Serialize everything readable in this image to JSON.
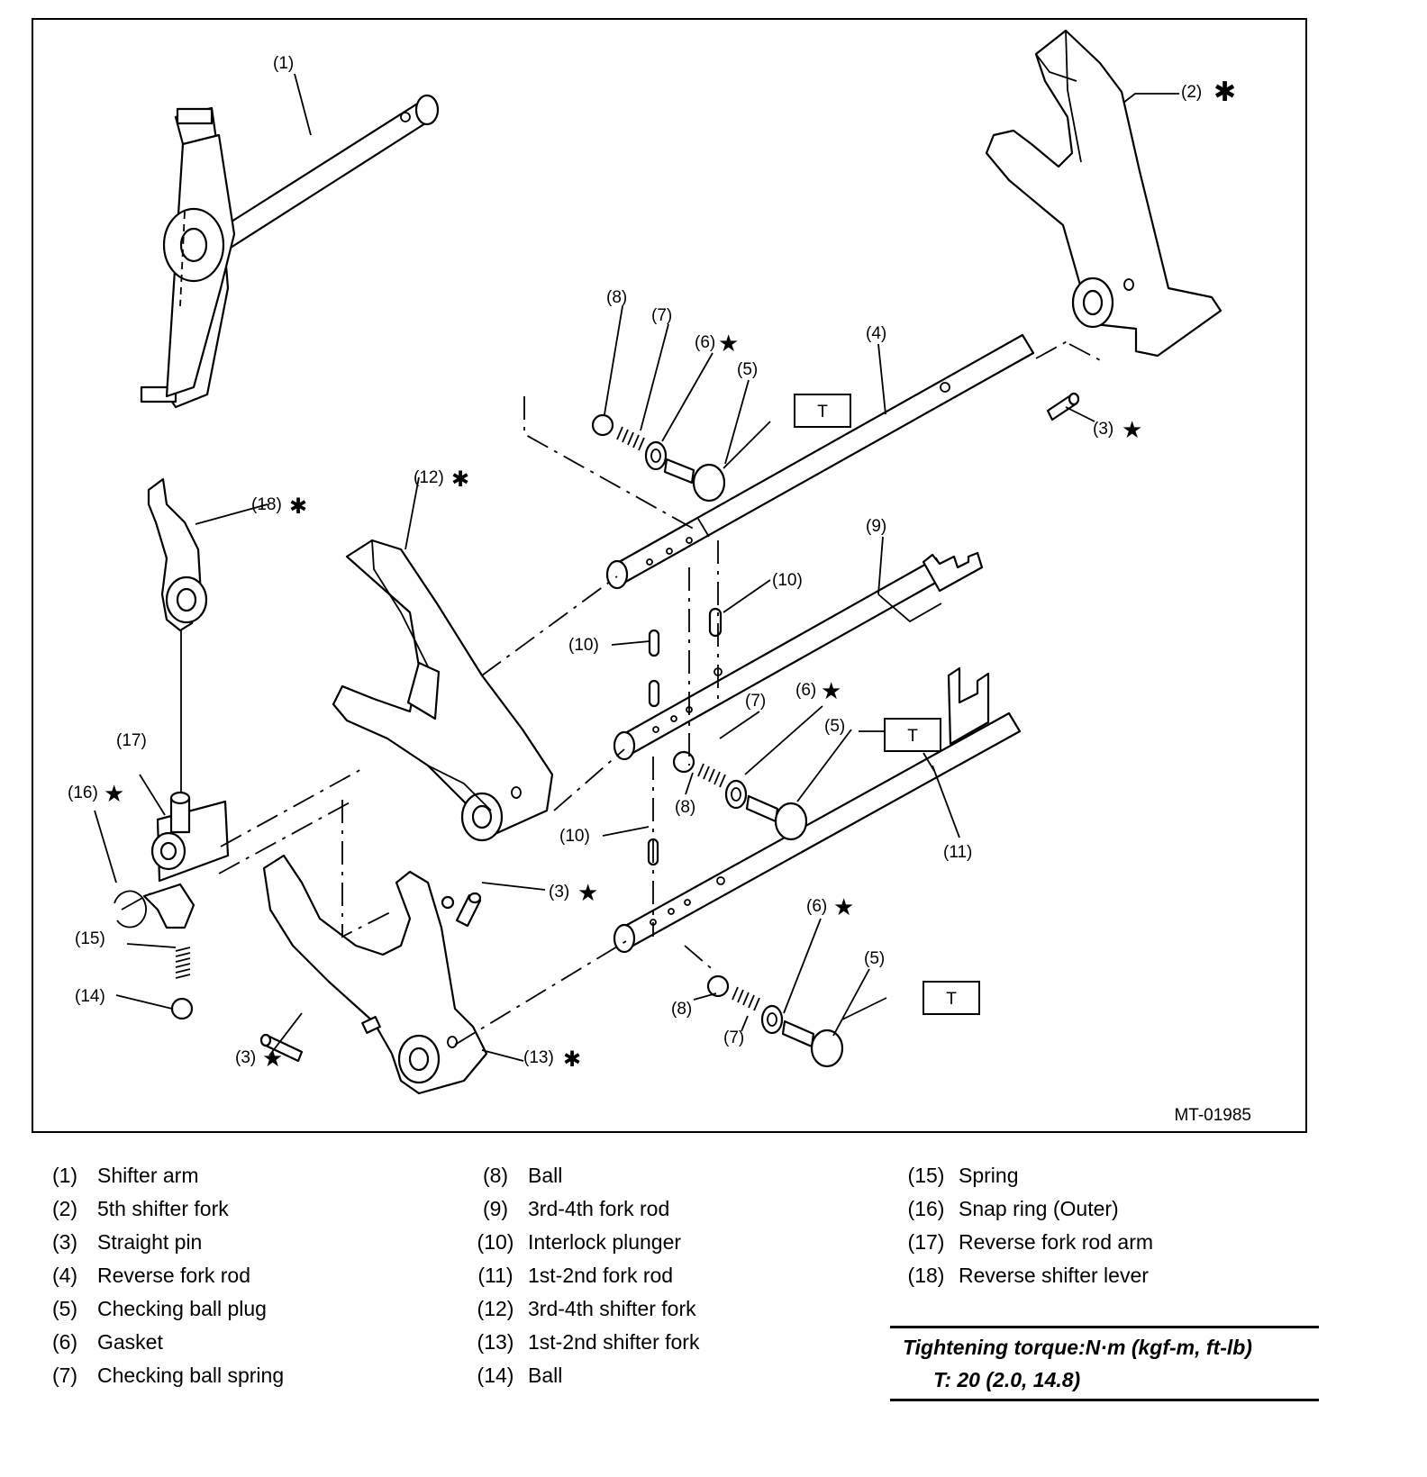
{
  "diagram": {
    "figure_id": "MT-01985",
    "callouts": [
      {
        "id": "c1",
        "text": "(1)"
      },
      {
        "id": "c2",
        "text": "(2)"
      },
      {
        "id": "c3a",
        "text": "(3)"
      },
      {
        "id": "c3b",
        "text": "(3)"
      },
      {
        "id": "c3c",
        "text": "(3)"
      },
      {
        "id": "c4",
        "text": "(4)"
      },
      {
        "id": "c5a",
        "text": "(5)"
      },
      {
        "id": "c5b",
        "text": "(5)"
      },
      {
        "id": "c5c",
        "text": "(5)"
      },
      {
        "id": "c6a",
        "text": "(6)"
      },
      {
        "id": "c6b",
        "text": "(6)"
      },
      {
        "id": "c6c",
        "text": "(6)"
      },
      {
        "id": "c7a",
        "text": "(7)"
      },
      {
        "id": "c7b",
        "text": "(7)"
      },
      {
        "id": "c7c",
        "text": "(7)"
      },
      {
        "id": "c8a",
        "text": "(8)"
      },
      {
        "id": "c8b",
        "text": "(8)"
      },
      {
        "id": "c8c",
        "text": "(8)"
      },
      {
        "id": "c9",
        "text": "(9)"
      },
      {
        "id": "c10a",
        "text": "(10)"
      },
      {
        "id": "c10b",
        "text": "(10)"
      },
      {
        "id": "c10c",
        "text": "(10)"
      },
      {
        "id": "c11",
        "text": "(11)"
      },
      {
        "id": "c12",
        "text": "(12)"
      },
      {
        "id": "c13",
        "text": "(13)"
      },
      {
        "id": "c14",
        "text": "(14)"
      },
      {
        "id": "c15",
        "text": "(15)"
      },
      {
        "id": "c16",
        "text": "(16)"
      },
      {
        "id": "c17",
        "text": "(17)"
      },
      {
        "id": "c18",
        "text": "(18)"
      }
    ],
    "torque_box_label": "T"
  },
  "legend": {
    "columns": [
      [
        {
          "num": "(1)",
          "label": "Shifter arm"
        },
        {
          "num": "(2)",
          "label": "5th shifter fork"
        },
        {
          "num": "(3)",
          "label": "Straight pin"
        },
        {
          "num": "(4)",
          "label": "Reverse fork rod"
        },
        {
          "num": "(5)",
          "label": "Checking ball plug"
        },
        {
          "num": "(6)",
          "label": "Gasket"
        },
        {
          "num": "(7)",
          "label": "Checking ball spring"
        }
      ],
      [
        {
          "num": "(8)",
          "label": "Ball"
        },
        {
          "num": "(9)",
          "label": "3rd-4th fork rod"
        },
        {
          "num": "(10)",
          "label": "Interlock plunger"
        },
        {
          "num": "(11)",
          "label": "1st-2nd fork rod"
        },
        {
          "num": "(12)",
          "label": "3rd-4th shifter fork"
        },
        {
          "num": "(13)",
          "label": "1st-2nd shifter fork"
        },
        {
          "num": "(14)",
          "label": "Ball"
        }
      ],
      [
        {
          "num": "(15)",
          "label": "Spring"
        },
        {
          "num": "(16)",
          "label": "Snap ring (Outer)"
        },
        {
          "num": "(17)",
          "label": "Reverse fork rod arm"
        },
        {
          "num": "(18)",
          "label": "Reverse shifter lever"
        }
      ]
    ]
  },
  "torque": {
    "heading": "Tightening torque:N·m (kgf-m, ft-lb)",
    "value": "T:   20 (2.0, 14.8)"
  }
}
